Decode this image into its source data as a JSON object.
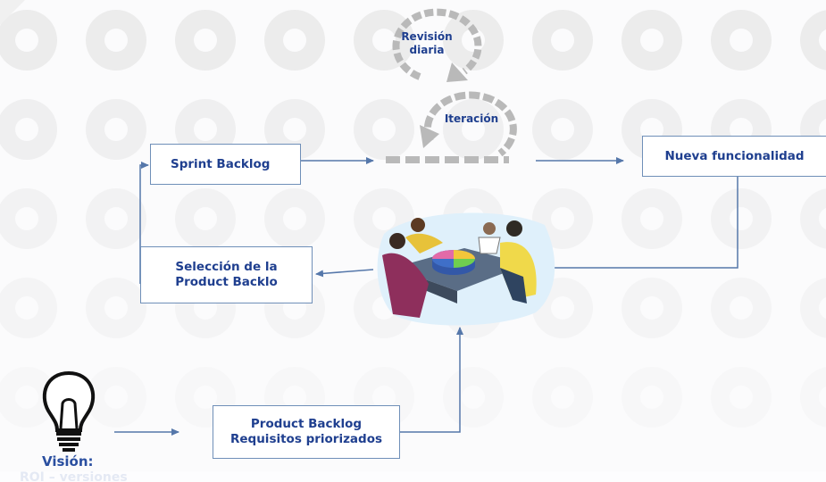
{
  "cycle": {
    "daily_label": "Revisión\ndiaria",
    "iteration_label": "Iteración"
  },
  "boxes": {
    "sprint_backlog": "Sprint Backlog",
    "new_functionality": "Nueva funcionalidad",
    "selection_line1": "Selección de la",
    "selection_line2": "Product Backlo",
    "product_backlog_line1": "Product Backlog",
    "product_backlog_line2": "Requisitos priorizados"
  },
  "vision": {
    "label": "Visión:",
    "sublabel": "ROI – versiones"
  },
  "colors": {
    "text": "#1f3f8f",
    "box_border": "#6f8fb8",
    "arrow": "#5577aa",
    "cycle_arrow": "#b9b9b9",
    "circle_pattern": "#ececec"
  },
  "icons": {
    "bulb": "lightbulb-icon",
    "team": "team-meeting-illustration"
  }
}
